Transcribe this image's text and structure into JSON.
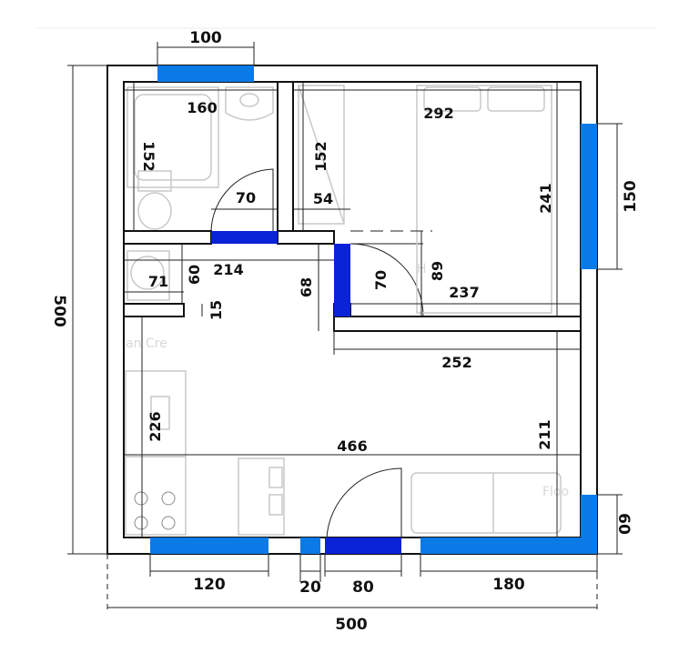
{
  "colors": {
    "window": "#0a7ae6",
    "door": "#0a22d8",
    "wall_fill": "#ffffff",
    "hatch": "#8c8c8c",
    "line": "#111111"
  },
  "dimensions": {
    "top_window": "100",
    "bath_width": "160",
    "bath_height": "152",
    "bath_door": "70",
    "shower_height": "152",
    "shower_width": "54",
    "bed_width": "292",
    "bed_height": "241",
    "right_window": "150",
    "corridor_width": "214",
    "wc_width": "71",
    "wc_height": "60",
    "wc_gap": "15",
    "step": "68",
    "bed_door": "70",
    "bed_depth": "89",
    "bed_inner": "237",
    "living_width": "252",
    "kitchen_height": "226",
    "total_inner": "466",
    "living_height": "211",
    "corner_window": "60",
    "left_total": "500",
    "bottom_window_left": "120",
    "bottom_small": "20",
    "bottom_door": "80",
    "bottom_window_right": "180",
    "bottom_total": "500"
  },
  "faint_labels": {
    "shower_tag": "H",
    "kitchen_tag": "an Cre",
    "sofa_tag": "Floo"
  }
}
